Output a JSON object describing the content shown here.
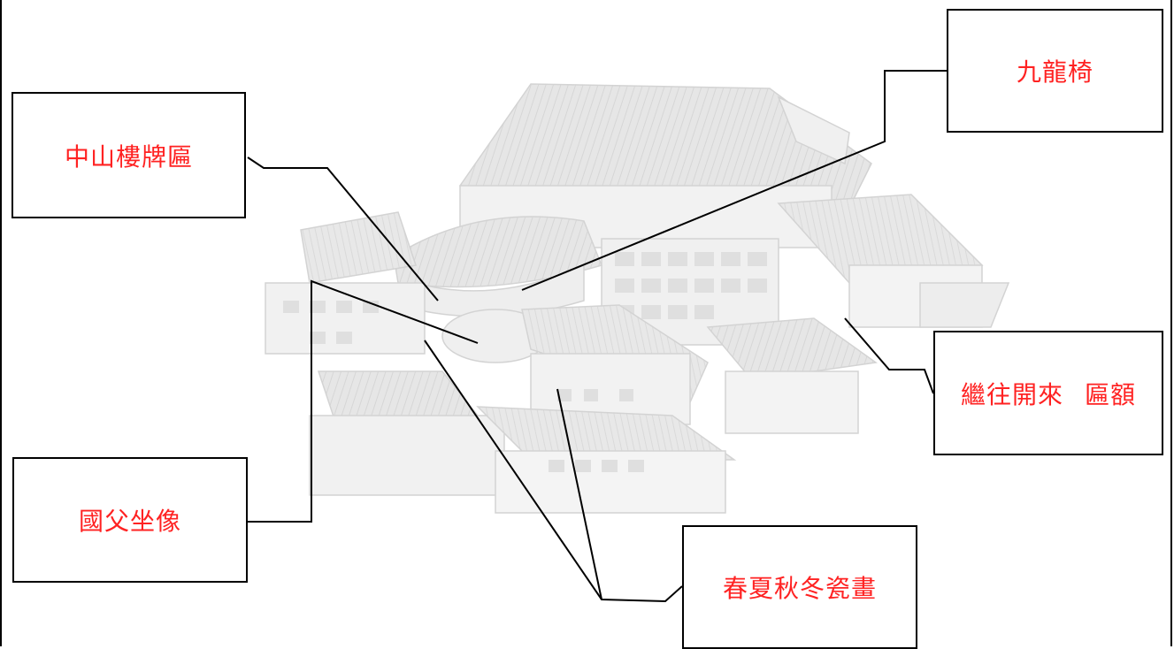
{
  "labels": {
    "zhongshan_plaque": "中山樓牌匾",
    "nine_dragon_chair": "九龍椅",
    "jiwang_kailai_plaque": "繼往開來 匾額",
    "guofu_statue": "國父坐像",
    "four_seasons_porcelain": "春夏秋冬瓷畫"
  },
  "colors": {
    "label_text": "#ff2222",
    "box_border": "#000000",
    "leader_line": "#000000",
    "building_sketch": "#c8c8c8"
  }
}
